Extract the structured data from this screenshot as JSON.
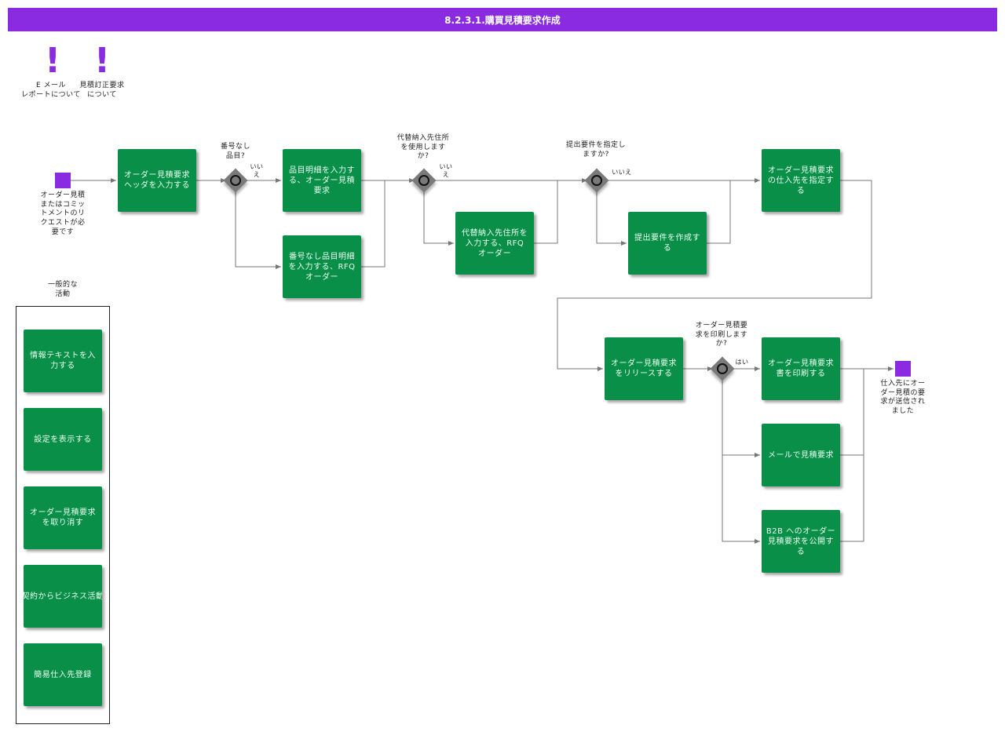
{
  "title": "8.2.3.1.購買見積要求作成",
  "notes": [
    {
      "text": "E メール\nレポートについて",
      "icon": "exclamation-icon"
    },
    {
      "text": "見積訂正要求\nについて",
      "icon": "exclamation-icon"
    }
  ],
  "start_event": "オーダー見積\nまたはコミッ\nトメントのリ\nクエストが必\n要です",
  "end_event": "仕入先にオー\nダー見積の要\n求が送信され\nました",
  "tasks": {
    "enter_header": "オーダー見積要求\nヘッダを入力する",
    "enter_item_lines": "品目明細を入力す\nる、オーダー見積\n要求",
    "enter_nonstock_lines": "番号なし品目明細\nを入力する、RFQ\nオーダー",
    "enter_alt_address": "代替納入先住所を\n入力する、RFQ\nオーダー",
    "create_requirements": "提出要件を作成す\nる",
    "specify_suppliers": "オーダー見積要求\nの仕入先を指定す\nる",
    "release_rfq": "オーダー見積要求\nをリリースする",
    "print_rfq": "オーダー見積要求\n書を印刷する",
    "email_rfq": "メールで見積要求",
    "publish_b2b": "B2B へのオーダー\n見積要求を公開す\nる"
  },
  "gateways": {
    "nonstock": "番号なし\n品目?",
    "alt_address": "代替納入先住所\nを使用します\nか?",
    "requirements": "提出要件を指定し\nますか?",
    "print": "オーダー見積要\n求を印刷します\nか?"
  },
  "flow_labels": {
    "no1": "いい\nえ",
    "no2": "いい\nえ",
    "no3": "いいえ",
    "yes": "はい"
  },
  "general_activities": {
    "heading": "一般的な\n活動",
    "items": [
      "情報テキストを入\n力する",
      "設定を表示する",
      "オーダー見積要求\nを取り消す",
      "契約からビジネス活動",
      "簡易仕入先登録"
    ]
  },
  "colors": {
    "accent": "#8a2be2",
    "task": "#0a8f48",
    "gateway": "#7a7a7a",
    "connector": "#777777"
  }
}
